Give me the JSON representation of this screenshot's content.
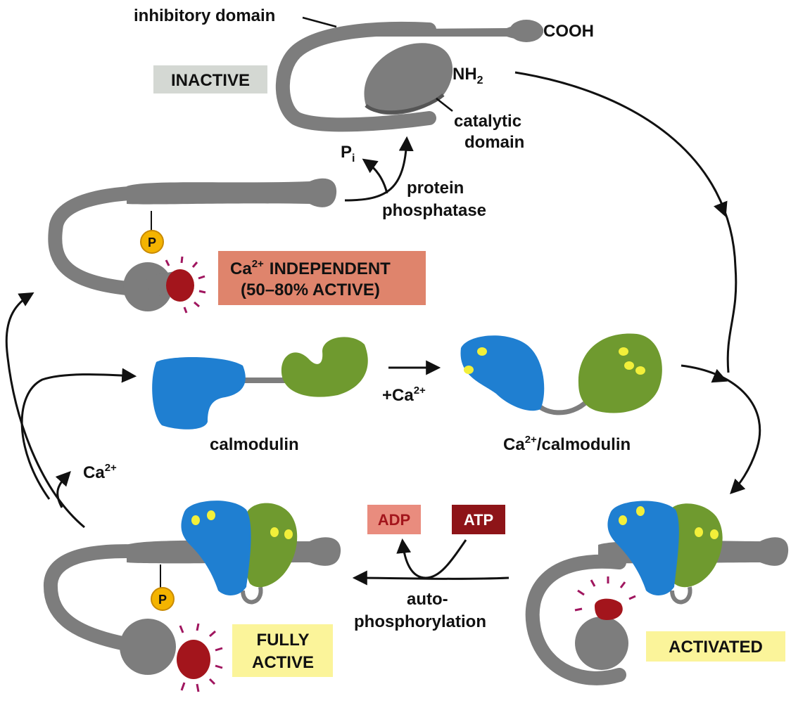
{
  "labels": {
    "inhibitory_domain": "inhibitory domain",
    "cooh": "COOH",
    "nh2_base": "NH",
    "nh2_sub": "2",
    "catalytic_line1": "catalytic",
    "catalytic_line2": "domain",
    "pi_base": "P",
    "pi_sub": "i",
    "protein_phosphatase_line1": "protein",
    "protein_phosphatase_line2": "phosphatase",
    "calmodulin": "calmodulin",
    "plus_ca_prefix": "+Ca",
    "ca_superscript": "2+",
    "ca_calmodulin_prefix": "Ca",
    "ca_calmodulin_suffix": "/calmodulin",
    "ca_released": "Ca",
    "auto_line1": "auto-",
    "auto_line2": "phosphorylation",
    "p_badge": "P"
  },
  "boxes": {
    "inactive": "INACTIVE",
    "ca_independent_line1_prefix": "Ca",
    "ca_independent_line1_suffix": "INDEPENDENT",
    "ca_independent_line2": "(50–80% ACTIVE)",
    "fully_active_line1": "FULLY",
    "fully_active_line2": "ACTIVE",
    "activated": "ACTIVATED",
    "adp": "ADP",
    "atp": "ATP"
  },
  "colors": {
    "protein_gray": "#7d7d7d",
    "protein_dark": "#555555",
    "calmodulin_blue": "#1f7fd1",
    "calmodulin_green": "#6f9a2f",
    "ca_dot_yellow": "#f2ef3a",
    "active_red": "#a3151c",
    "glow_magenta": "#a0165f",
    "inactive_box": "#d4d8d3",
    "independent_box": "#df846c",
    "active_box": "#fbf49a",
    "adp_box": "#e98c7e",
    "atp_box": "#8e1418",
    "p_yellow": "#f4b400"
  }
}
